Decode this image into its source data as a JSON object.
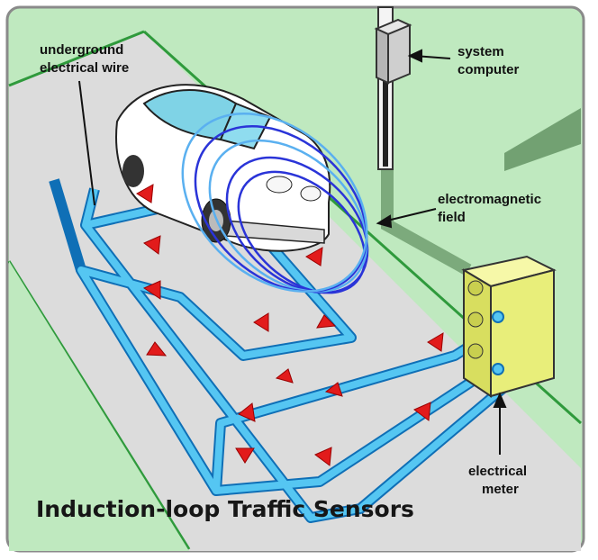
{
  "title": "Induction-loop Traffic Sensors",
  "labels": {
    "underground_wire": [
      "underground",
      "electrical wire"
    ],
    "system_computer": [
      "system",
      "computer"
    ],
    "em_field": [
      "electromagnetic",
      "field"
    ],
    "electrical_meter": [
      "electrical",
      "meter"
    ]
  },
  "colors": {
    "background_grass": "#bfe9bf",
    "road": "#dcdcdc",
    "road_edge": "#2f9a3c",
    "wire": "#55c6f2",
    "wire_outline": "#0f6fb6",
    "arrow": "#e21b1b",
    "field_rings": "#2a34d8",
    "meter_box": "#e8ee7a",
    "computer_box": "#c7c7c7"
  },
  "icons": [
    "car-icon",
    "computer-box-icon",
    "meter-box-icon",
    "flow-arrow-icon"
  ]
}
